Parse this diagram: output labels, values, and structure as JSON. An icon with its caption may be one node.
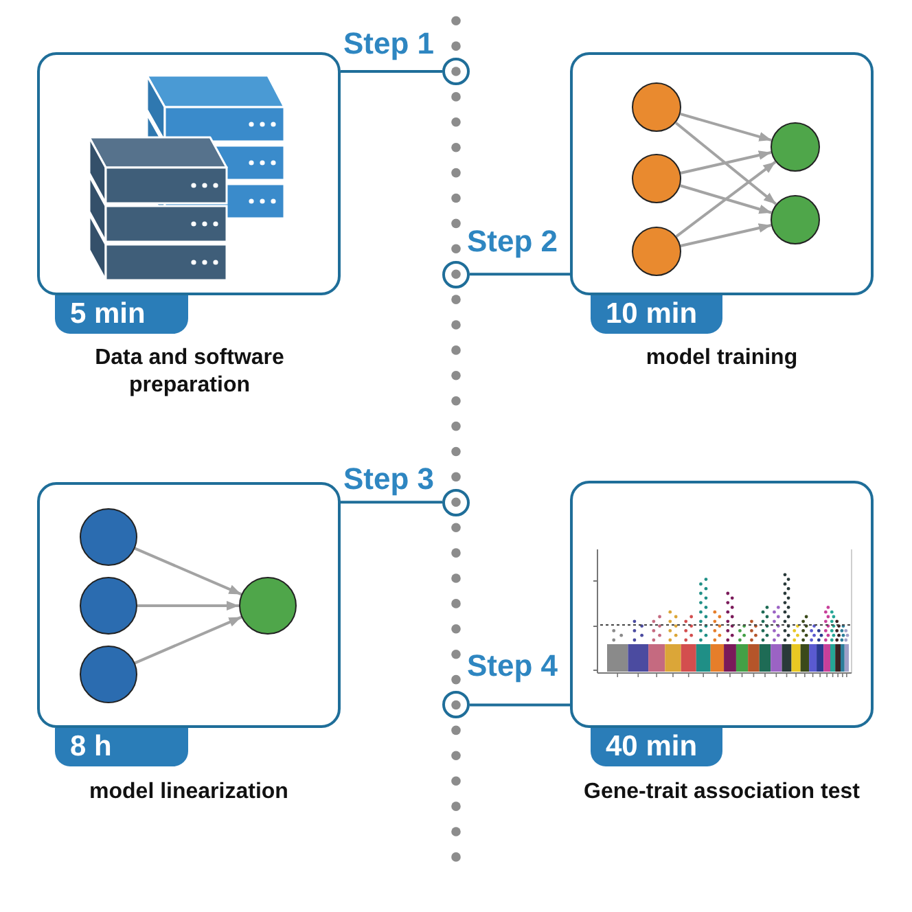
{
  "diagram": {
    "nodes": [
      {
        "text": [],
        "shape": "box",
        "beside": [
          "5 min",
          "Data and software preparation"
        ]
      },
      {
        "text": [],
        "shape": "circle"
      },
      {
        "text": [],
        "shape": "box",
        "beside": [
          "10 min",
          "model training"
        ]
      },
      {
        "text": [],
        "shape": "circle",
        "in": 2
      },
      {
        "text": [],
        "shape": "circle",
        "in": 2
      },
      {
        "text": [],
        "shape": "circle",
        "in": 2
      },
      {
        "text": [],
        "shape": "circle",
        "in": 2
      },
      {
        "text": [],
        "shape": "circle",
        "in": 2
      },
      {
        "text": [],
        "shape": "circle"
      },
      {
        "text": [],
        "shape": "box",
        "beside": [
          "8 h",
          "model linearization"
        ]
      },
      {
        "text": [],
        "shape": "circle",
        "in": 9
      },
      {
        "text": [],
        "shape": "circle",
        "in": 9
      },
      {
        "text": [],
        "shape": "circle",
        "in": 9
      },
      {
        "text": [],
        "shape": "circle",
        "in": 9
      },
      {
        "text": [],
        "shape": "circle"
      },
      {
        "text": [],
        "shape": "box",
        "beside": [
          "40 min",
          "Gene-trait association test"
        ]
      },
      {
        "text": [],
        "shape": "circle"
      }
    ],
    "edges": [
      {
        "from": 0,
        "to": 1,
        "arrow": "none",
        "label": "Step 1",
        "color": "#1f6e99"
      },
      {
        "from": 3,
        "to": 6,
        "arrow": "to"
      },
      {
        "from": 3,
        "to": 7,
        "arrow": "to"
      },
      {
        "from": 4,
        "to": 6,
        "arrow": "to"
      },
      {
        "from": 4,
        "to": 7,
        "arrow": "to"
      },
      {
        "from": 5,
        "to": 6,
        "arrow": "to"
      },
      {
        "from": 5,
        "to": 7,
        "arrow": "to"
      },
      {
        "from": 2,
        "to": 8,
        "arrow": "none",
        "label": "Step 2",
        "color": "#1f6e99"
      },
      {
        "from": 9,
        "to": 14,
        "arrow": "none",
        "label": "Step 3",
        "color": "#1f6e99"
      },
      {
        "from": 10,
        "to": 13,
        "arrow": "to"
      },
      {
        "from": 11,
        "to": 13,
        "arrow": "to"
      },
      {
        "from": 12,
        "to": 13,
        "arrow": "to"
      },
      {
        "from": 15,
        "to": 16,
        "arrow": "none",
        "label": "Step 4",
        "color": "#1f6e99"
      }
    ]
  }
}
